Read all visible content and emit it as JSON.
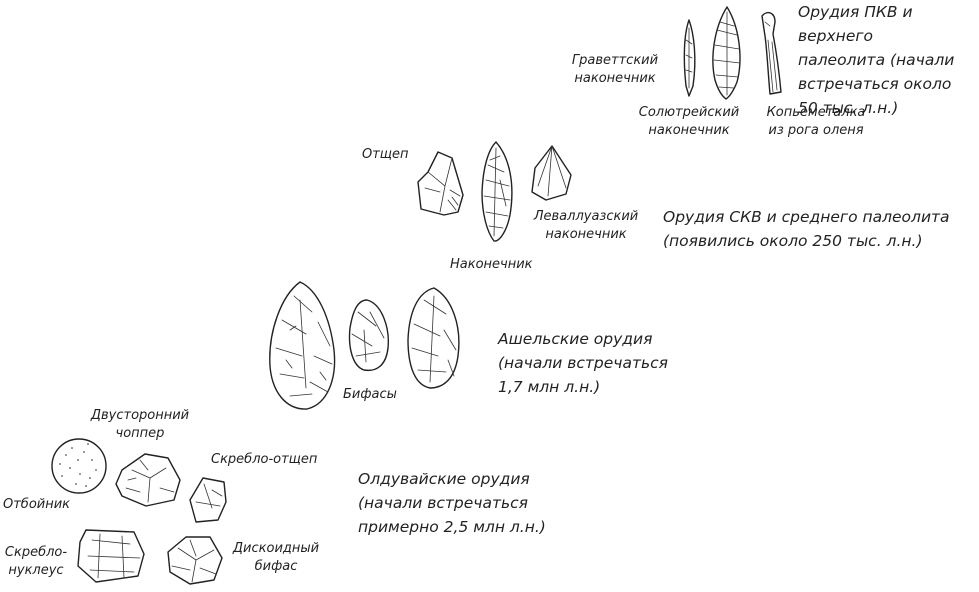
{
  "groups": {
    "upper": "Орудия ПКВ и верхнего\nпалеолита (начали\nвстречаться около\n50 тыс. л.н.)",
    "middle": "Орудия СКВ и среднего палеолита\n(появились около 250 тыс. л.н.)",
    "acheulean": "Ашельские орудия\n(начали встречаться\n1,7 млн л.н.)",
    "oldowan": "Олдувайские орудия\n(начали встречаться\nпримерно 2,5 млн л.н.)"
  },
  "labels": {
    "gravettian": "Граветтский\nнаконечник",
    "solutrean": "Солютрейский\nнаконечник",
    "spear_thrower": "Копьеметалка\nиз рога оленя",
    "flake": "Отщеп",
    "point": "Наконечник",
    "levallois": "Леваллуазский\nнаконечник",
    "bifaces": "Бифасы",
    "chopper": "Двусторонний\nчоппер",
    "scraper_flake": "Скребло-отщеп",
    "hammerstone": "Отбойник",
    "scraper_core": "Скребло-\nнуклеус",
    "discoid": "Дискоидный\nбифас"
  }
}
